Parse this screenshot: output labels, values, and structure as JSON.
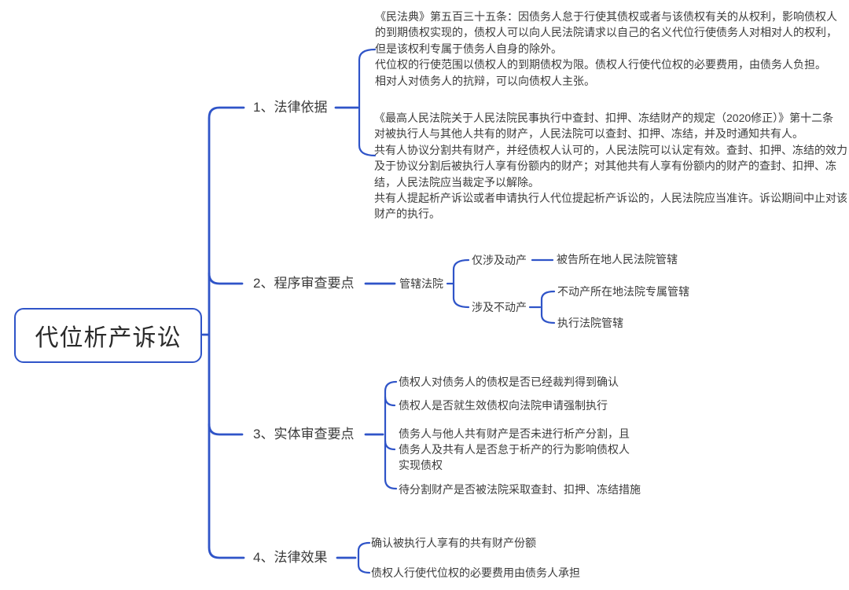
{
  "colors": {
    "line": "#2f54c8",
    "text": "#3c3c3c",
    "root_text": "#2a2a2a",
    "background": "#ffffff"
  },
  "mindmap": {
    "root": "代位析产诉讼",
    "branches": [
      {
        "label": "1、法律依据",
        "blocks": [
          {
            "text": "《民法典》第五百三十五条：因债务人怠于行使其债权或者与该债权有关的从权利，影响债权人\n的到期债权实现的，债权人可以向人民法院请求以自己的名义代位行使债务人对相对人的权利，\n但是该权利专属于债务人自身的除外。\n代位权的行使范围以债权人的到期债权为限。债权人行使代位权的必要费用，由债务人负担。\n相对人对债务人的抗辩，可以向债权人主张。"
          },
          {
            "text": "《最高人民法院关于人民法院民事执行中查封、扣押、冻结财产的规定（2020修正）》第十二条\n对被执行人与其他人共有的财产，人民法院可以查封、扣押、冻结，并及时通知共有人。\n共有人协议分割共有财产，并经债权人认可的，人民法院可以认定有效。查封、扣押、冻结的效力\n及于协议分割后被执行人享有份额内的财产；对其他共有人享有份额内的财产的查封、扣押、冻\n结，人民法院应当裁定予以解除。\n共有人提起析产诉讼或者申请执行人代位提起析产诉讼的，人民法院应当准许。诉讼期间中止对该\n财产的执行。"
          }
        ]
      },
      {
        "label": "2、程序审查要点",
        "node": "管辖法院",
        "cases": [
          {
            "label": "仅涉及动产",
            "results": [
              "被告所在地人民法院管辖"
            ]
          },
          {
            "label": "涉及不动产",
            "results": [
              "不动产所在地法院专属管辖",
              "执行法院管辖"
            ]
          }
        ]
      },
      {
        "label": "3、实体审查要点",
        "items": [
          "债权人对债务人的债权是否已经裁判得到确认",
          "债权人是否就生效债权向法院申请强制执行",
          "债务人与他人共有财产是否未进行析产分割，且\n债务人及共有人是否怠于析产的行为影响债权人\n实现债权",
          "待分割财产是否被法院采取查封、扣押、冻结措施"
        ]
      },
      {
        "label": "4、法律效果",
        "items": [
          "确认被执行人享有的共有财产份额",
          "债权人行使代位权的必要费用由债务人承担"
        ]
      }
    ]
  }
}
